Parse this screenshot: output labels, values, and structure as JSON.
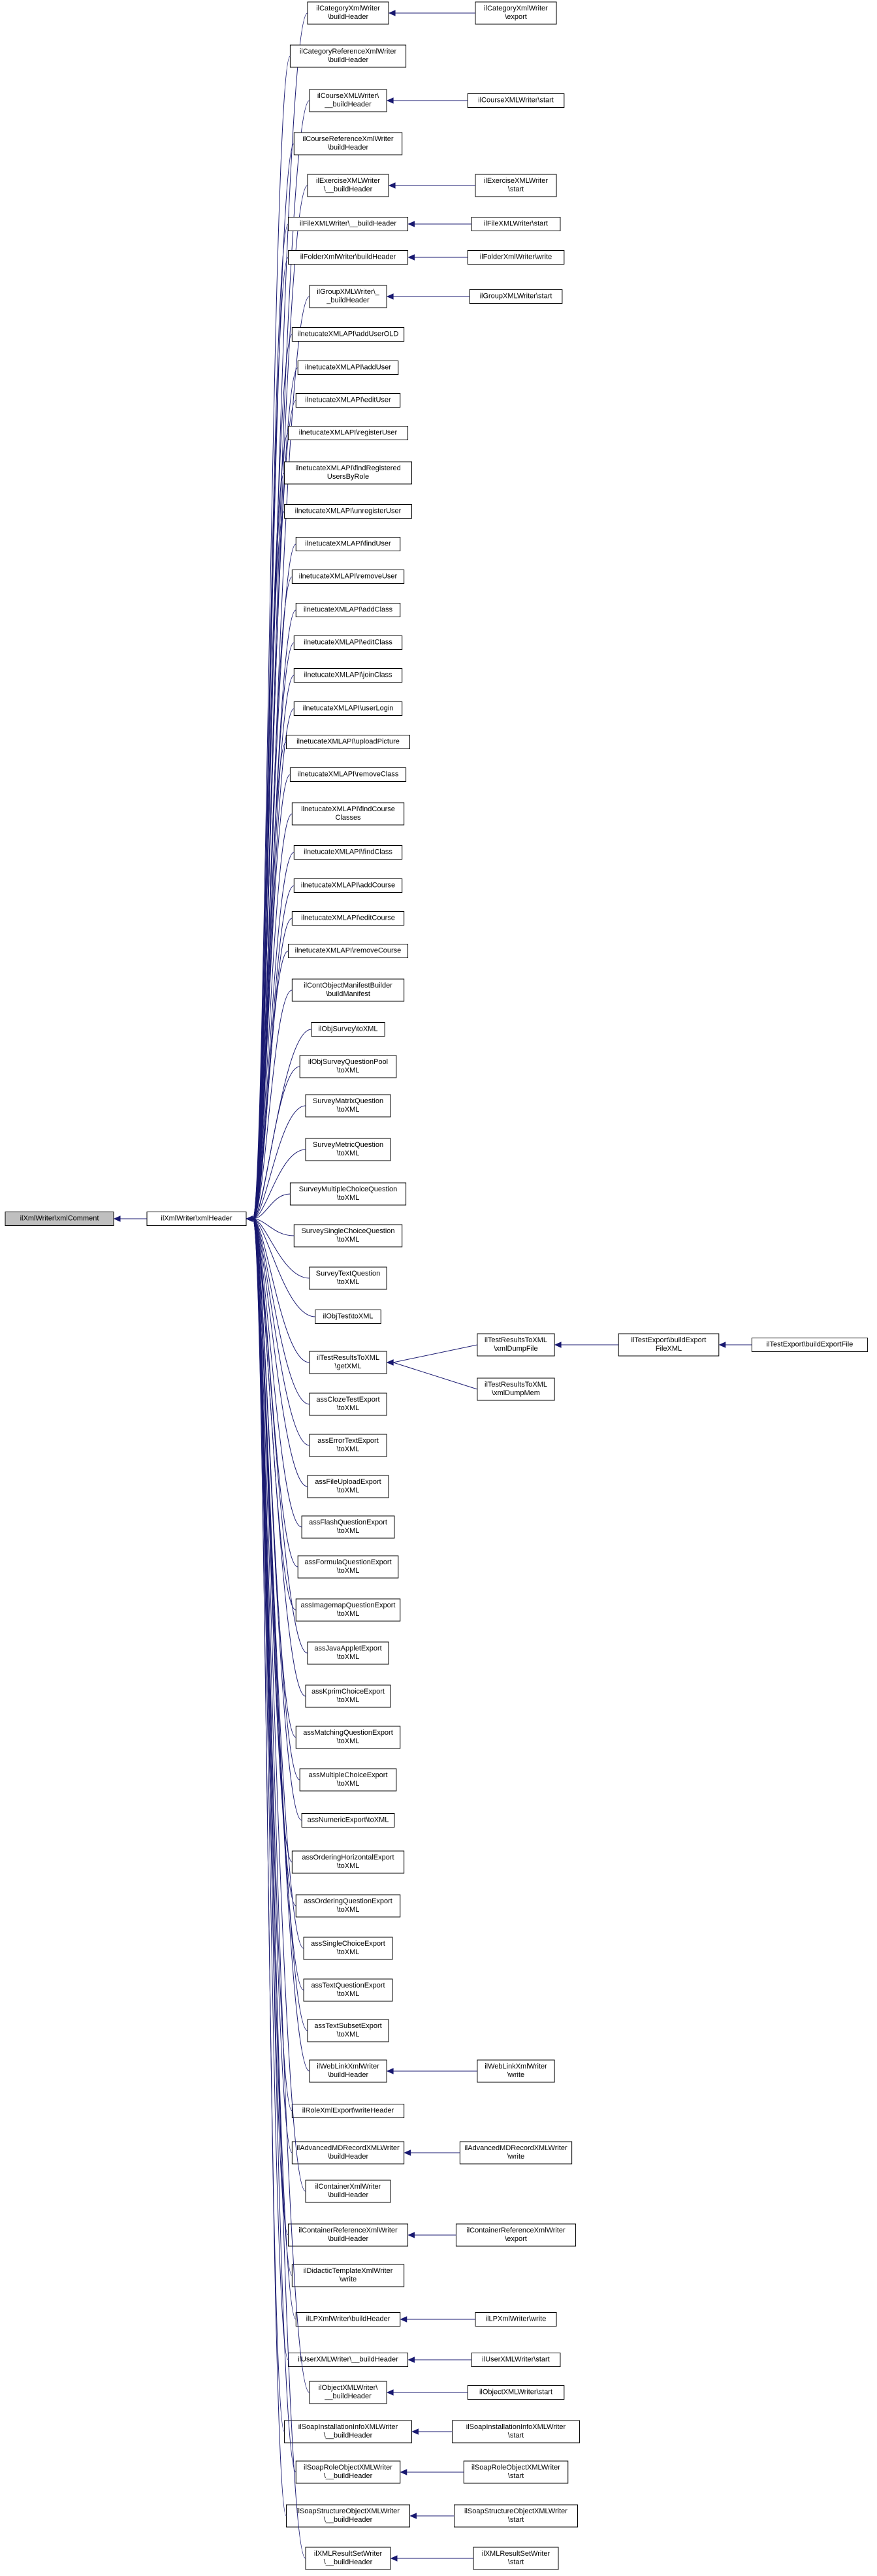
{
  "colors": {
    "edge": "#191970",
    "node_border": "#000000",
    "root_fill": "#bfbfbf",
    "node_fill": "#ffffff"
  },
  "diagram": {
    "root": {
      "lines": [
        "ilXmlWriter\\xmlComment"
      ]
    },
    "hub": {
      "lines": [
        "ilXmlWriter\\xmlHeader"
      ]
    },
    "callers": [
      {
        "lines": [
          "ilCategoryXmlWriter",
          "\\buildHeader"
        ],
        "callers": [
          {
            "lines": [
              "ilCategoryXmlWriter",
              "\\export"
            ]
          }
        ]
      },
      {
        "lines": [
          "ilCategoryReferenceXmlWriter",
          "\\buildHeader"
        ]
      },
      {
        "lines": [
          "ilCourseXMLWriter\\",
          "__buildHeader"
        ],
        "callers": [
          {
            "lines": [
              "ilCourseXMLWriter\\start"
            ]
          }
        ]
      },
      {
        "lines": [
          "ilCourseReferenceXmlWriter",
          "\\buildHeader"
        ]
      },
      {
        "lines": [
          "ilExerciseXMLWriter",
          "\\__buildHeader"
        ],
        "callers": [
          {
            "lines": [
              "ilExerciseXMLWriter",
              "\\start"
            ]
          }
        ]
      },
      {
        "lines": [
          "ilFileXMLWriter\\__buildHeader"
        ],
        "callers": [
          {
            "lines": [
              "ilFileXMLWriter\\start"
            ]
          }
        ]
      },
      {
        "lines": [
          "ilFolderXmlWriter\\buildHeader"
        ],
        "callers": [
          {
            "lines": [
              "ilFolderXmlWriter\\write"
            ]
          }
        ]
      },
      {
        "lines": [
          "ilGroupXMLWriter\\_",
          "_buildHeader"
        ],
        "callers": [
          {
            "lines": [
              "ilGroupXMLWriter\\start"
            ]
          }
        ]
      },
      {
        "lines": [
          "ilnetucateXMLAPI\\addUserOLD"
        ]
      },
      {
        "lines": [
          "ilnetucateXMLAPI\\addUser"
        ]
      },
      {
        "lines": [
          "ilnetucateXMLAPI\\editUser"
        ]
      },
      {
        "lines": [
          "ilnetucateXMLAPI\\registerUser"
        ]
      },
      {
        "lines": [
          "ilnetucateXMLAPI\\findRegistered",
          "UsersByRole"
        ]
      },
      {
        "lines": [
          "ilnetucateXMLAPI\\unregisterUser"
        ]
      },
      {
        "lines": [
          "ilnetucateXMLAPI\\findUser"
        ]
      },
      {
        "lines": [
          "ilnetucateXMLAPI\\removeUser"
        ]
      },
      {
        "lines": [
          "ilnetucateXMLAPI\\addClass"
        ]
      },
      {
        "lines": [
          "ilnetucateXMLAPI\\editClass"
        ]
      },
      {
        "lines": [
          "ilnetucateXMLAPI\\joinClass"
        ]
      },
      {
        "lines": [
          "ilnetucateXMLAPI\\userLogin"
        ]
      },
      {
        "lines": [
          "ilnetucateXMLAPI\\uploadPicture"
        ]
      },
      {
        "lines": [
          "ilnetucateXMLAPI\\removeClass"
        ]
      },
      {
        "lines": [
          "ilnetucateXMLAPI\\findCourse",
          "Classes"
        ]
      },
      {
        "lines": [
          "ilnetucateXMLAPI\\findClass"
        ]
      },
      {
        "lines": [
          "ilnetucateXMLAPI\\addCourse"
        ]
      },
      {
        "lines": [
          "ilnetucateXMLAPI\\editCourse"
        ]
      },
      {
        "lines": [
          "ilnetucateXMLAPI\\removeCourse"
        ]
      },
      {
        "lines": [
          "ilContObjectManifestBuilder",
          "\\buildManifest"
        ]
      },
      {
        "lines": [
          "ilObjSurvey\\toXML"
        ]
      },
      {
        "lines": [
          "ilObjSurveyQuestionPool",
          "\\toXML"
        ]
      },
      {
        "lines": [
          "SurveyMatrixQuestion",
          "\\toXML"
        ]
      },
      {
        "lines": [
          "SurveyMetricQuestion",
          "\\toXML"
        ]
      },
      {
        "lines": [
          "SurveyMultipleChoiceQuestion",
          "\\toXML"
        ]
      },
      {
        "lines": [
          "SurveySingleChoiceQuestion",
          "\\toXML"
        ]
      },
      {
        "lines": [
          "SurveyTextQuestion",
          "\\toXML"
        ]
      },
      {
        "lines": [
          "ilObjTest\\toXML"
        ]
      },
      {
        "lines": [
          "ilTestResultsToXML",
          "\\getXML"
        ],
        "callers": [
          {
            "lines": [
              "ilTestResultsToXML",
              "\\xmlDumpFile"
            ],
            "callers": [
              {
                "lines": [
                  "ilTestExport\\buildExport",
                  "FileXML"
                ],
                "callers": [
                  {
                    "lines": [
                      "ilTestExport\\buildExportFile"
                    ]
                  }
                ]
              }
            ]
          },
          {
            "lines": [
              "ilTestResultsToXML",
              "\\xmlDumpMem"
            ]
          }
        ]
      },
      {
        "lines": [
          "assClozeTestExport",
          "\\toXML"
        ]
      },
      {
        "lines": [
          "assErrorTextExport",
          "\\toXML"
        ]
      },
      {
        "lines": [
          "assFileUploadExport",
          "\\toXML"
        ]
      },
      {
        "lines": [
          "assFlashQuestionExport",
          "\\toXML"
        ]
      },
      {
        "lines": [
          "assFormulaQuestionExport",
          "\\toXML"
        ]
      },
      {
        "lines": [
          "assImagemapQuestionExport",
          "\\toXML"
        ]
      },
      {
        "lines": [
          "assJavaAppletExport",
          "\\toXML"
        ]
      },
      {
        "lines": [
          "assKprimChoiceExport",
          "\\toXML"
        ]
      },
      {
        "lines": [
          "assMatchingQuestionExport",
          "\\toXML"
        ]
      },
      {
        "lines": [
          "assMultipleChoiceExport",
          "\\toXML"
        ]
      },
      {
        "lines": [
          "assNumericExport\\toXML"
        ]
      },
      {
        "lines": [
          "assOrderingHorizontalExport",
          "\\toXML"
        ]
      },
      {
        "lines": [
          "assOrderingQuestionExport",
          "\\toXML"
        ]
      },
      {
        "lines": [
          "assSingleChoiceExport",
          "\\toXML"
        ]
      },
      {
        "lines": [
          "assTextQuestionExport",
          "\\toXML"
        ]
      },
      {
        "lines": [
          "assTextSubsetExport",
          "\\toXML"
        ]
      },
      {
        "lines": [
          "ilWebLinkXmlWriter",
          "\\buildHeader"
        ],
        "callers": [
          {
            "lines": [
              "ilWebLinkXmlWriter",
              "\\write"
            ]
          }
        ]
      },
      {
        "lines": [
          "ilRoleXmlExport\\writeHeader"
        ]
      },
      {
        "lines": [
          "ilAdvancedMDRecordXMLWriter",
          "\\buildHeader"
        ],
        "callers": [
          {
            "lines": [
              "ilAdvancedMDRecordXMLWriter",
              "\\write"
            ]
          }
        ]
      },
      {
        "lines": [
          "ilContainerXmlWriter",
          "\\buildHeader"
        ]
      },
      {
        "lines": [
          "ilContainerReferenceXmlWriter",
          "\\buildHeader"
        ],
        "callers": [
          {
            "lines": [
              "ilContainerReferenceXmlWriter",
              "\\export"
            ]
          }
        ]
      },
      {
        "lines": [
          "ilDidacticTemplateXmlWriter",
          "\\write"
        ]
      },
      {
        "lines": [
          "ilLPXmlWriter\\buildHeader"
        ],
        "callers": [
          {
            "lines": [
              "ilLPXmlWriter\\write"
            ]
          }
        ]
      },
      {
        "lines": [
          "ilUserXMLWriter\\__buildHeader"
        ],
        "callers": [
          {
            "lines": [
              "ilUserXMLWriter\\start"
            ]
          }
        ]
      },
      {
        "lines": [
          "ilObjectXMLWriter\\",
          "__buildHeader"
        ],
        "callers": [
          {
            "lines": [
              "ilObjectXMLWriter\\start"
            ]
          }
        ]
      },
      {
        "lines": [
          "ilSoapInstallationInfoXMLWriter",
          "\\__buildHeader"
        ],
        "callers": [
          {
            "lines": [
              "ilSoapInstallationInfoXMLWriter",
              "\\start"
            ]
          }
        ]
      },
      {
        "lines": [
          "ilSoapRoleObjectXMLWriter",
          "\\__buildHeader"
        ],
        "callers": [
          {
            "lines": [
              "ilSoapRoleObjectXMLWriter",
              "\\start"
            ]
          }
        ]
      },
      {
        "lines": [
          "ilSoapStructureObjectXMLWriter",
          "\\__buildHeader"
        ],
        "callers": [
          {
            "lines": [
              "ilSoapStructureObjectXMLWriter",
              "\\start"
            ]
          }
        ]
      },
      {
        "lines": [
          "ilXMLResultSetWriter",
          "\\__buildHeader"
        ],
        "callers": [
          {
            "lines": [
              "ilXMLResultSetWriter",
              "\\start"
            ]
          }
        ]
      }
    ]
  }
}
